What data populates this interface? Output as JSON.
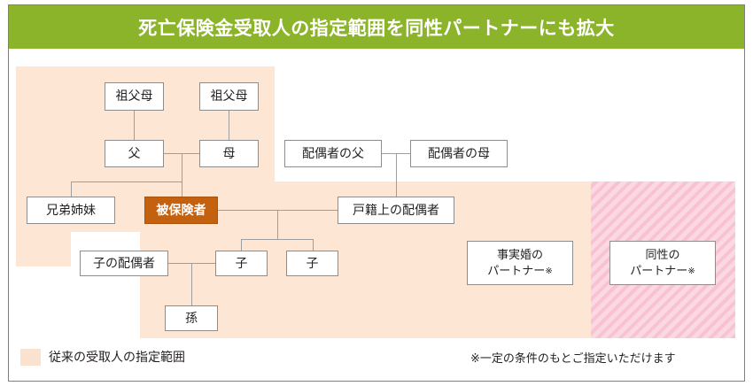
{
  "header": {
    "title": "死亡保険金受取人の指定範囲を同性パートナーにも拡大",
    "bar_color": "#8CB42A"
  },
  "colors": {
    "legacy_range_fill": "#FDE7D4",
    "new_range_fill": "#F9C2D2",
    "insured_fill": "#C4610F",
    "box_border": "#8D8D8D",
    "connector": "#9E9E9E"
  },
  "diagram": {
    "nodes": [
      {
        "id": "grandparents-paternal",
        "label": "祖父母",
        "highlight": false
      },
      {
        "id": "grandparents-maternal",
        "label": "祖父母",
        "highlight": false
      },
      {
        "id": "father",
        "label": "父",
        "highlight": false
      },
      {
        "id": "mother",
        "label": "母",
        "highlight": false
      },
      {
        "id": "spouse-father",
        "label": "配偶者の父",
        "highlight": false
      },
      {
        "id": "spouse-mother",
        "label": "配偶者の母",
        "highlight": false
      },
      {
        "id": "siblings",
        "label": "兄弟姉妹",
        "highlight": false
      },
      {
        "id": "insured",
        "label": "被保険者",
        "highlight": true
      },
      {
        "id": "legal-spouse",
        "label": "戸籍上の配偶者",
        "highlight": false
      },
      {
        "id": "child-spouse",
        "label": "子の配偶者",
        "highlight": false
      },
      {
        "id": "child-1",
        "label": "子",
        "highlight": false
      },
      {
        "id": "child-2",
        "label": "子",
        "highlight": false
      },
      {
        "id": "grandchild",
        "label": "孫",
        "highlight": false
      },
      {
        "id": "common-law-partner",
        "label_line1": "事実婚の",
        "label_line2": "パートナー",
        "note_mark": "※",
        "highlight": false
      },
      {
        "id": "same-sex-partner",
        "label_line1": "同性の",
        "label_line2": "パートナー",
        "note_mark": "※",
        "highlight": false
      }
    ]
  },
  "legend": {
    "label": "従来の受取人の指定範囲"
  },
  "footnote": {
    "text": "※一定の条件のもとご指定いただけます"
  }
}
